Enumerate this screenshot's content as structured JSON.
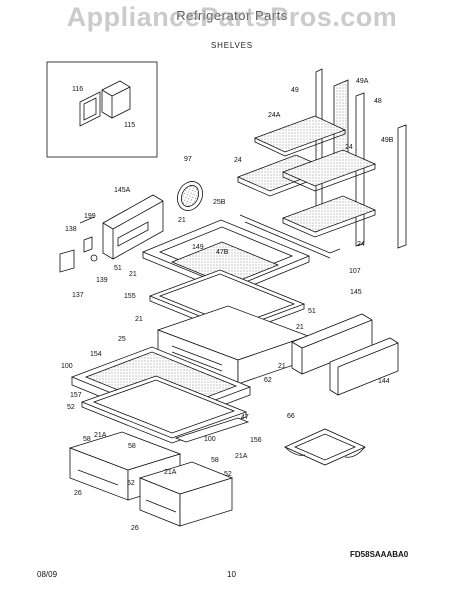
{
  "header": {
    "title": "Refrigerator Parts",
    "section": "SHELVES",
    "watermark": "AppliancePartsPros.com"
  },
  "callouts": [
    {
      "id": "116",
      "label": "116"
    },
    {
      "id": "115",
      "label": "115"
    },
    {
      "id": "49",
      "label": "49"
    },
    {
      "id": "49A",
      "label": "49A"
    },
    {
      "id": "48",
      "label": "48"
    },
    {
      "id": "24A",
      "label": "24A"
    },
    {
      "id": "24a",
      "label": "24"
    },
    {
      "id": "24b",
      "label": "24"
    },
    {
      "id": "49B",
      "label": "49B"
    },
    {
      "id": "24c",
      "label": "24"
    },
    {
      "id": "97",
      "label": "97"
    },
    {
      "id": "145A",
      "label": "145A"
    },
    {
      "id": "25B",
      "label": "25B"
    },
    {
      "id": "199",
      "label": "199"
    },
    {
      "id": "21a",
      "label": "21"
    },
    {
      "id": "138",
      "label": "138"
    },
    {
      "id": "149",
      "label": "149"
    },
    {
      "id": "47B",
      "label": "47B"
    },
    {
      "id": "51a",
      "label": "51"
    },
    {
      "id": "21b",
      "label": "21"
    },
    {
      "id": "139",
      "label": "139"
    },
    {
      "id": "107",
      "label": "107"
    },
    {
      "id": "137",
      "label": "137"
    },
    {
      "id": "155",
      "label": "155"
    },
    {
      "id": "145",
      "label": "145"
    },
    {
      "id": "21c",
      "label": "21"
    },
    {
      "id": "51b",
      "label": "51"
    },
    {
      "id": "21d",
      "label": "21"
    },
    {
      "id": "25",
      "label": "25"
    },
    {
      "id": "154",
      "label": "154"
    },
    {
      "id": "62",
      "label": "62"
    },
    {
      "id": "21e",
      "label": "21"
    },
    {
      "id": "100a",
      "label": "100"
    },
    {
      "id": "144",
      "label": "144"
    },
    {
      "id": "157",
      "label": "157"
    },
    {
      "id": "52a",
      "label": "52"
    },
    {
      "id": "47",
      "label": "47"
    },
    {
      "id": "66",
      "label": "66"
    },
    {
      "id": "58a",
      "label": "58"
    },
    {
      "id": "21Aa",
      "label": "21A"
    },
    {
      "id": "100b",
      "label": "100"
    },
    {
      "id": "156",
      "label": "156"
    },
    {
      "id": "58b",
      "label": "58"
    },
    {
      "id": "21Ab",
      "label": "21A"
    },
    {
      "id": "58c",
      "label": "58"
    },
    {
      "id": "21Ac",
      "label": "21A"
    },
    {
      "id": "52b",
      "label": "52"
    },
    {
      "id": "52c",
      "label": "52"
    },
    {
      "id": "26a",
      "label": "26"
    },
    {
      "id": "26b",
      "label": "26"
    }
  ],
  "diagram_code": "FD58SAAABA0",
  "footer": {
    "date": "08/09",
    "page": "10"
  }
}
